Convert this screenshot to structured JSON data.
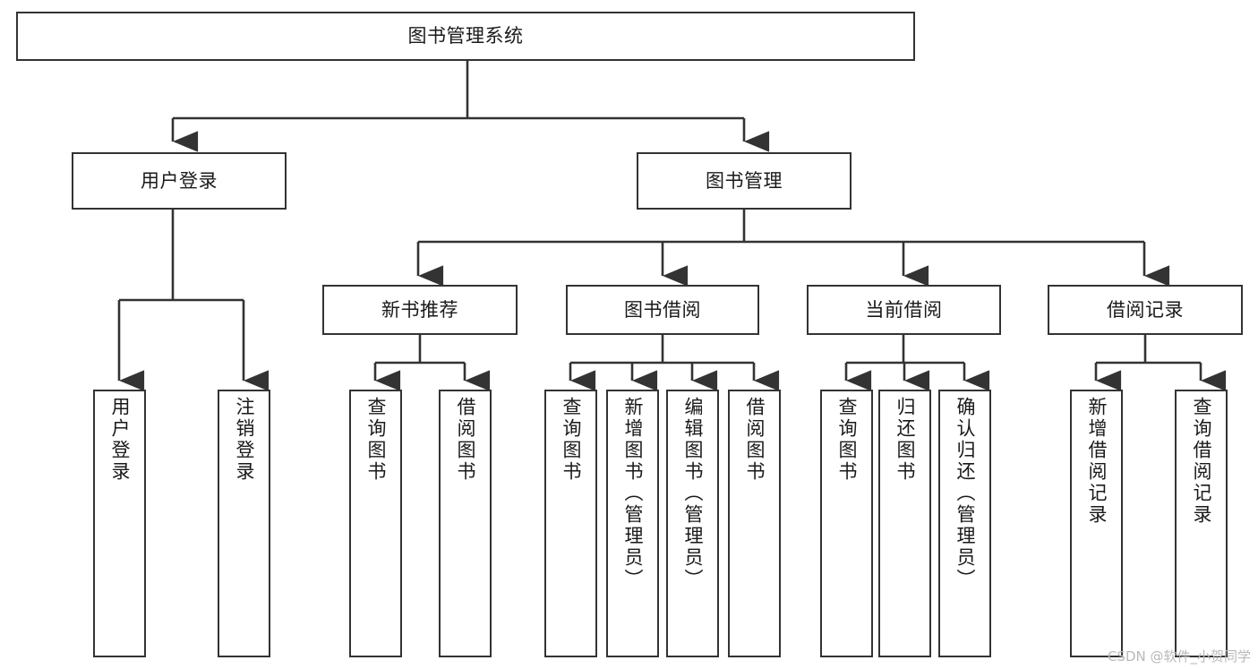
{
  "diagram": {
    "type": "tree-hierarchy",
    "title": "图书管理系统",
    "watermark": "CSDN @软件_小贺同学",
    "colors": {
      "stroke": "#333333",
      "background": "#ffffff",
      "text": "#1a1a1a",
      "watermark": "#b9b9b9"
    },
    "levels": [
      {
        "level": 1,
        "labels": [
          "图书管理系统"
        ]
      },
      {
        "level": 2,
        "labels": [
          "用户登录",
          "图书管理"
        ]
      },
      {
        "level": 3,
        "labels": [
          "新书推荐",
          "图书借阅",
          "当前借阅",
          "借阅记录"
        ]
      },
      {
        "level": 4,
        "labels": [
          "用户登录",
          "注销登录",
          "查询图书",
          "借阅图书",
          "查询图书",
          "新增图书（管理员）",
          "编辑图书（管理员）",
          "借阅图书",
          "查询图书",
          "归还图书",
          "确认归还（管理员）",
          "新增借阅记录",
          "查询借阅记录"
        ]
      }
    ],
    "nodes": {
      "root": {
        "label": "图书管理系统"
      },
      "l2": [
        {
          "label": "用户登录"
        },
        {
          "label": "图书管理"
        }
      ],
      "l3": [
        {
          "label": "新书推荐"
        },
        {
          "label": "图书借阅"
        },
        {
          "label": "当前借阅"
        },
        {
          "label": "借阅记录"
        }
      ],
      "login_children": [
        {
          "label": "用户登录"
        },
        {
          "label": "注销登录"
        }
      ],
      "newbook_children": [
        {
          "label": "查询图书"
        },
        {
          "label": "借阅图书"
        }
      ],
      "borrow_children": [
        {
          "label": "查询图书"
        },
        {
          "label": "新增图书（管理员）"
        },
        {
          "label": "编辑图书（管理员）"
        },
        {
          "label": "借阅图书"
        }
      ],
      "current_children": [
        {
          "label": "查询图书"
        },
        {
          "label": "归还图书"
        },
        {
          "label": "确认归还（管理员）"
        }
      ],
      "record_children": [
        {
          "label": "新增借阅记录"
        },
        {
          "label": "查询借阅记录"
        }
      ]
    },
    "edges": [
      {
        "from": "图书管理系统",
        "to": "用户登录"
      },
      {
        "from": "图书管理系统",
        "to": "图书管理"
      },
      {
        "from": "图书管理",
        "to": "新书推荐"
      },
      {
        "from": "图书管理",
        "to": "图书借阅"
      },
      {
        "from": "图书管理",
        "to": "当前借阅"
      },
      {
        "from": "图书管理",
        "to": "借阅记录"
      },
      {
        "from": "用户登录",
        "to": "用户登录"
      },
      {
        "from": "用户登录",
        "to": "注销登录"
      },
      {
        "from": "新书推荐",
        "to": "查询图书"
      },
      {
        "from": "新书推荐",
        "to": "借阅图书"
      },
      {
        "from": "图书借阅",
        "to": "查询图书"
      },
      {
        "from": "图书借阅",
        "to": "新增图书（管理员）"
      },
      {
        "from": "图书借阅",
        "to": "编辑图书（管理员）"
      },
      {
        "from": "图书借阅",
        "to": "借阅图书"
      },
      {
        "from": "当前借阅",
        "to": "查询图书"
      },
      {
        "from": "当前借阅",
        "to": "归还图书"
      },
      {
        "from": "当前借阅",
        "to": "确认归还（管理员）"
      },
      {
        "from": "借阅记录",
        "to": "新增借阅记录"
      },
      {
        "from": "借阅记录",
        "to": "查询借阅记录"
      }
    ]
  }
}
